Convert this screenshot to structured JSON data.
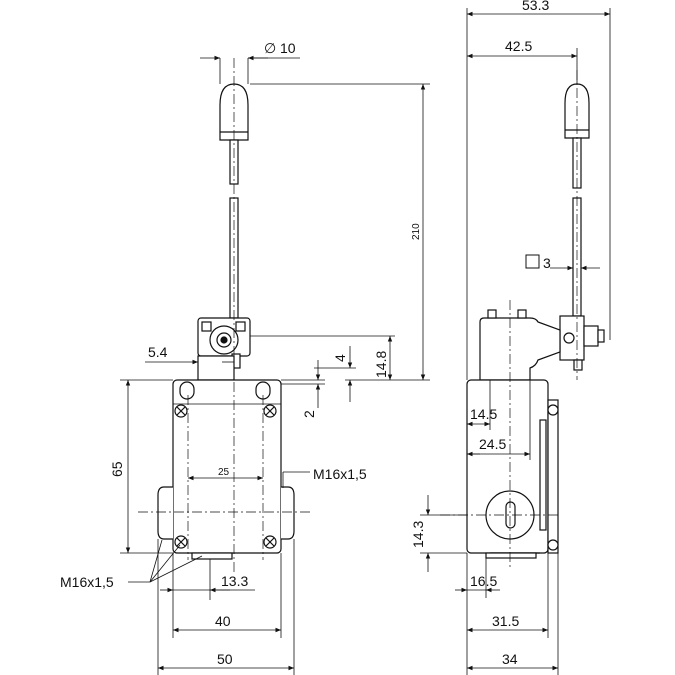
{
  "drawing": {
    "front": {
      "dim_width_outer": "50",
      "dim_width_mid": "40",
      "dim_offset": "13.3",
      "dim_hole_spacing": "25",
      "dim_height": "65",
      "dim_lever_length": "210",
      "dim_roller_dia": "10",
      "dim_lever_offset": "5.4",
      "dim_gap_4": "4",
      "dim_gap_14_8": "14.8",
      "dim_gap_2": "2",
      "label_thread_right": "M16x1,5",
      "label_thread_left": "M16x1,5",
      "diameter_symbol": "∅"
    },
    "side": {
      "dim_total_width": "53.3",
      "dim_lever_width": "42.5",
      "dim_square": "3",
      "square_symbol": "□",
      "dim_14_5": "14.5",
      "dim_24_5": "24.5",
      "dim_14_3": "14.3",
      "dim_16_5": "16.5",
      "dim_31_5": "31.5",
      "dim_34": "34"
    }
  }
}
